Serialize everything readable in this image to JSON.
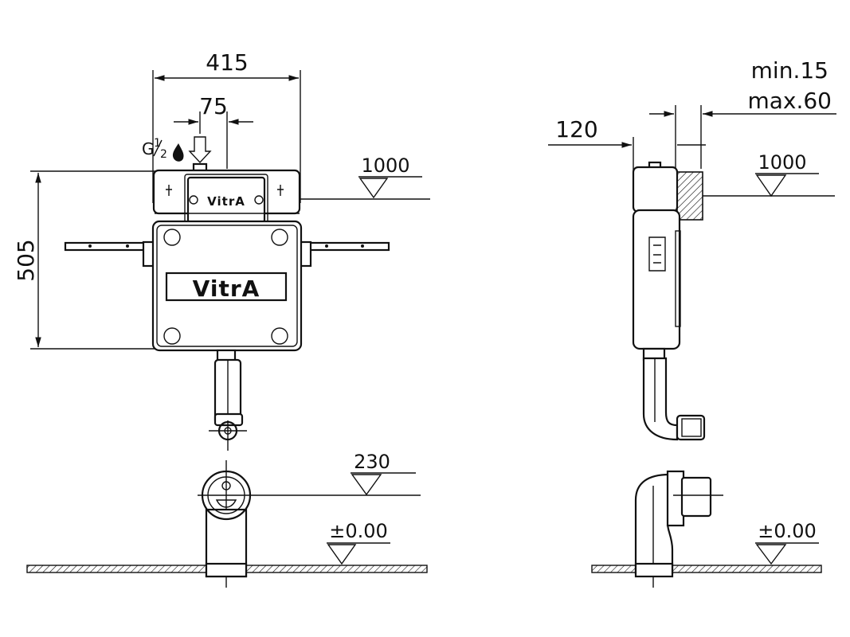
{
  "diagram": {
    "dimensions": {
      "width_total": "415",
      "inlet_offset": "75",
      "height_total": "505",
      "depth": "120",
      "adjust_min": "min.15",
      "adjust_max": "max.60",
      "inlet_thread_g": "G",
      "inlet_thread_fraction_num": "1",
      "inlet_thread_fraction_den": "2"
    },
    "levels": {
      "front_top": "1000",
      "side_top": "1000",
      "front_drain": "230",
      "front_floor": "±0.00",
      "side_floor": "±0.00"
    },
    "branding": {
      "small_logo": "VitrA",
      "large_logo": "VitrA"
    }
  }
}
